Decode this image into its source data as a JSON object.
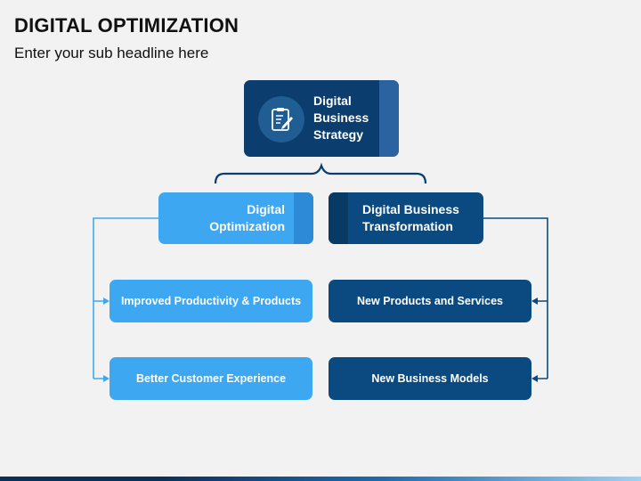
{
  "header": {
    "title": "DIGITAL OPTIMIZATION",
    "subtitle": "Enter your sub headline here"
  },
  "diagram": {
    "root": {
      "label": "Digital Business Strategy",
      "icon": "clipboard-pen-icon"
    },
    "left_branch": {
      "label": "Digital Optimization",
      "items": [
        "Improved Productivity & Products",
        "Better Customer Experience"
      ]
    },
    "right_branch": {
      "label": "Digital Business Transformation",
      "items": [
        "New Products and Services",
        "New Business Models"
      ]
    }
  },
  "colors": {
    "light_blue": "#3ea7f2",
    "dark_blue": "#0b4a80",
    "navy": "#0b3d6e",
    "background": "#f2f2f2"
  }
}
